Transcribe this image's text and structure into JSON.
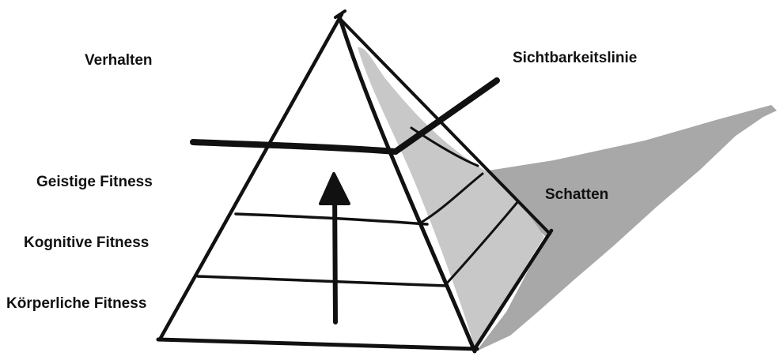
{
  "diagram": {
    "labels": {
      "behavior": "Verhalten",
      "mental_fitness": "Geistige Fitness",
      "cognitive_fitness": "Kognitive Fitness",
      "physical_fitness": "Körperliche Fitness",
      "visibility_line": "Sichtbarkeitslinie",
      "shadow": "Schatten"
    },
    "colors": {
      "stroke": "#111111",
      "pyramid_shaded_face": "#c8c8c8",
      "cast_shadow": "#a8a8a8",
      "text": "#111111"
    }
  }
}
